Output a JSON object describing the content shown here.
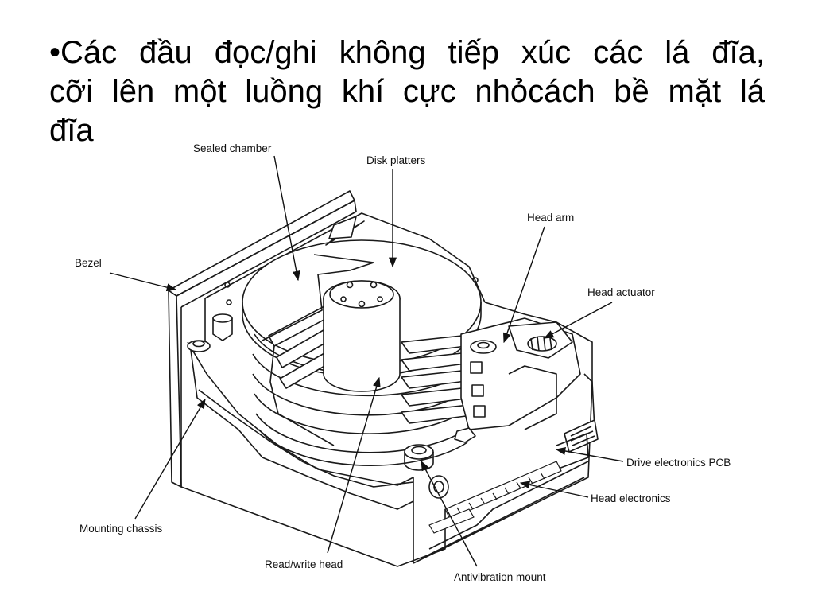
{
  "slide": {
    "bullet": "•",
    "line1": "Các đầu đọc/ghi không tiếp xúc các lá đĩa,",
    "line2": "cỡi lên một luồng khí cực nhỏcách bề mặt lá",
    "line3": "đĩa"
  },
  "diagram": {
    "labels": {
      "sealed_chamber": "Sealed chamber",
      "disk_platters": "Disk platters",
      "head_arm": "Head arm",
      "bezel": "Bezel",
      "head_actuator": "Head actuator",
      "drive_electronics_pcb": "Drive electronics PCB",
      "head_electronics": "Head electronics",
      "mounting_chassis": "Mounting chassis",
      "read_write_head": "Read/write head",
      "antivibration_mount": "Antivibration mount"
    }
  },
  "colors": {
    "ink": "#1a1a1a",
    "background": "#ffffff"
  }
}
